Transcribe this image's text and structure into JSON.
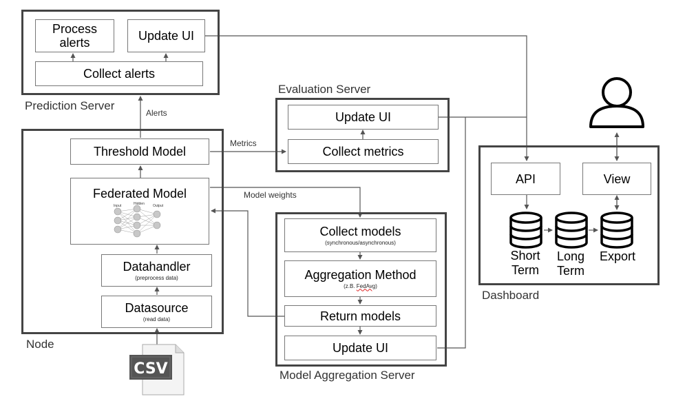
{
  "prediction_server": {
    "title": "Prediction Server",
    "process_alerts": "Process alerts",
    "update_ui": "Update UI",
    "collect_alerts": "Collect alerts"
  },
  "evaluation_server": {
    "title": "Evaluation Server",
    "update_ui": "Update UI",
    "collect_metrics": "Collect metrics"
  },
  "node": {
    "title": "Node",
    "threshold_model": "Threshold Model",
    "federated_model": "Federated Model",
    "nn_labels": {
      "input": "Input",
      "hidden": "Hidden",
      "output": "Output"
    },
    "datahandler": "Datahandler",
    "datahandler_sub": "(preprocess data)",
    "datasource": "Datasource",
    "datasource_sub": "(read data)",
    "csv_icon_text": "CSV"
  },
  "aggregation_server": {
    "title": "Model Aggregation Server",
    "collect_models": "Collect models",
    "collect_models_sub": "(synchronous/asynchronous)",
    "aggregation_method": "Aggregation Method",
    "aggregation_method_sub_prefix": "(z.B. ",
    "aggregation_method_sub_word": "FedAvg",
    "aggregation_method_sub_suffix": ")",
    "return_models": "Return models",
    "update_ui": "Update UI"
  },
  "dashboard": {
    "title": "Dashboard",
    "api": "API",
    "view": "View",
    "short_term": "Short\nTerm",
    "long_term": "Long\nTerm",
    "export": "Export"
  },
  "edges": {
    "alerts": "Alerts",
    "metrics": "Metrics",
    "model_weights": "Model weights"
  },
  "icons": [
    "user-icon",
    "database-icon",
    "csv-file-icon",
    "neural-network-icon"
  ],
  "colors": {
    "border": "#444444",
    "line": "#555555",
    "box_border": "#777777"
  }
}
